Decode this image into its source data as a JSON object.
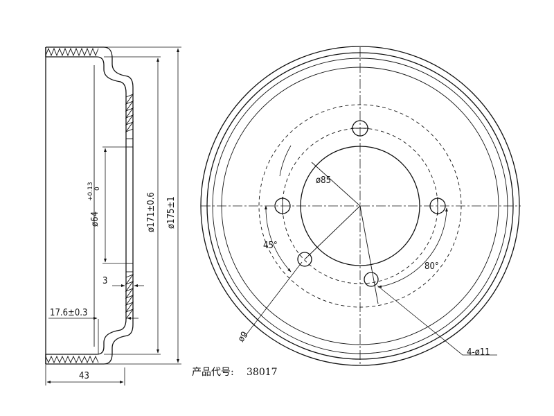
{
  "side_view": {
    "dim_width": "43",
    "dim_step": "17.6±0.3",
    "dim_wall": "3",
    "dim_inner_bore": "ø64",
    "dim_inner_bore_tol_upper": "+0.13",
    "dim_inner_bore_tol_lower": "0",
    "dim_inner_dia": "ø171±0.6",
    "dim_outer_dia": "ø175±1"
  },
  "front_view": {
    "dim_bolt_circle": "ø85",
    "dim_angle_45": "45°",
    "dim_angle_80": "80°",
    "dim_small_hole": "ø9",
    "dim_bolt_holes": "4-ø11"
  },
  "caption": {
    "label": "产品代号:",
    "code": "38017"
  }
}
